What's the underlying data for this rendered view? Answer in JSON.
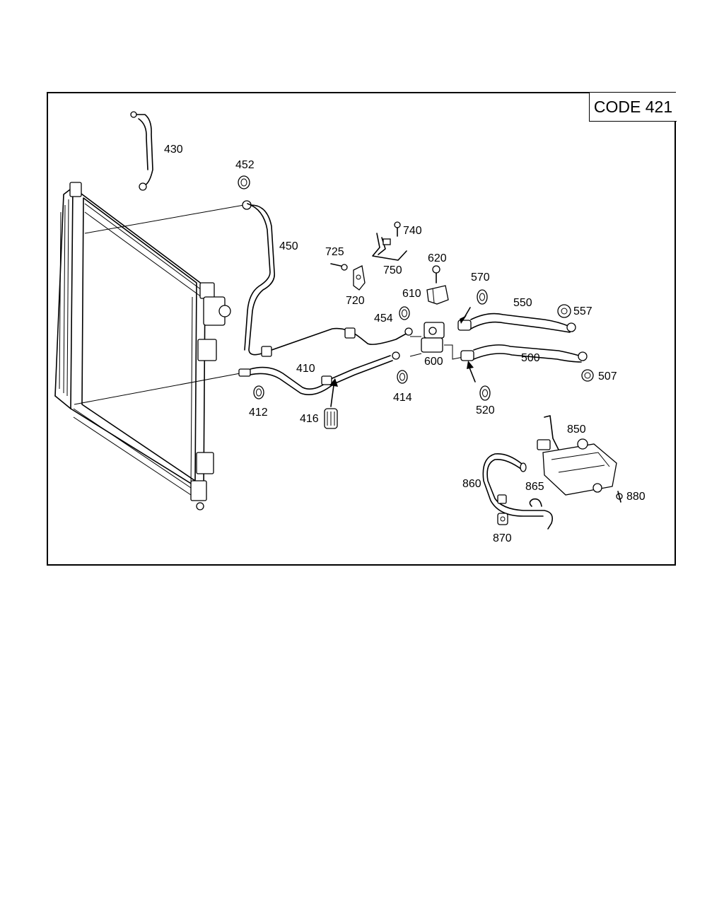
{
  "code_label": "CODE 421",
  "labels": {
    "p430": "430",
    "p452": "452",
    "p450": "450",
    "p725": "725",
    "p740": "740",
    "p750": "750",
    "p720": "720",
    "p620": "620",
    "p610": "610",
    "p570": "570",
    "p550": "550",
    "p557": "557",
    "p454": "454",
    "p600": "600",
    "p500": "500",
    "p507": "507",
    "p410": "410",
    "p412": "412",
    "p414": "414",
    "p416": "416",
    "p520": "520",
    "p850": "850",
    "p860": "860",
    "p865": "865",
    "p880": "880",
    "p870": "870"
  }
}
